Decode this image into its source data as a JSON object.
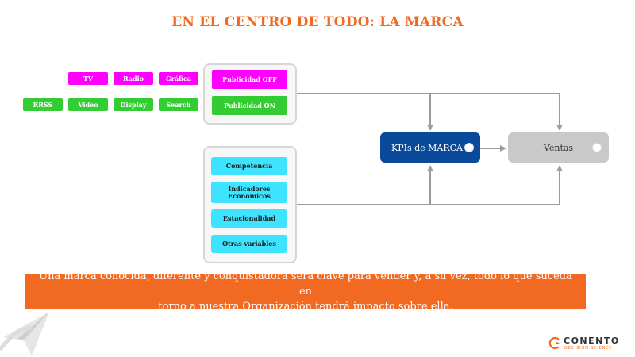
{
  "title": "EN EL CENTRO DE TODO: LA MARCA",
  "offline_channels": [
    "TV",
    "Radio",
    "Gráfica"
  ],
  "online_channels": [
    "RRSS",
    "Video",
    "Display",
    "Search"
  ],
  "advertising": {
    "off_label": "Publicidad OFF",
    "on_label": "Publicidad ON"
  },
  "external_factors": {
    "competencia": "Competencia",
    "indicadores_line1": "Indicadores",
    "indicadores_line2": "Económicos",
    "estacionalidad": "Estacionalidad",
    "otras": "Otras variables"
  },
  "nodes": {
    "kpis": "KPIs de MARCA",
    "ventas": "Ventas"
  },
  "banner": {
    "line1": "Una marca conocida, diferente y conquistadora será clave para vender y, a su vez, todo lo que suceda en",
    "line2": "torno a nuestra Organización tendrá impacto sobre ella."
  },
  "logo": {
    "name": "CONENTO",
    "tagline": "DECISION SCIENCE"
  },
  "colors": {
    "accent": "#f26a21",
    "offline": "#ff00ff",
    "online": "#33cc33",
    "factors": "#3ee3ff",
    "kpi": "#0a4a9a",
    "ventas": "#c9c9c9"
  }
}
